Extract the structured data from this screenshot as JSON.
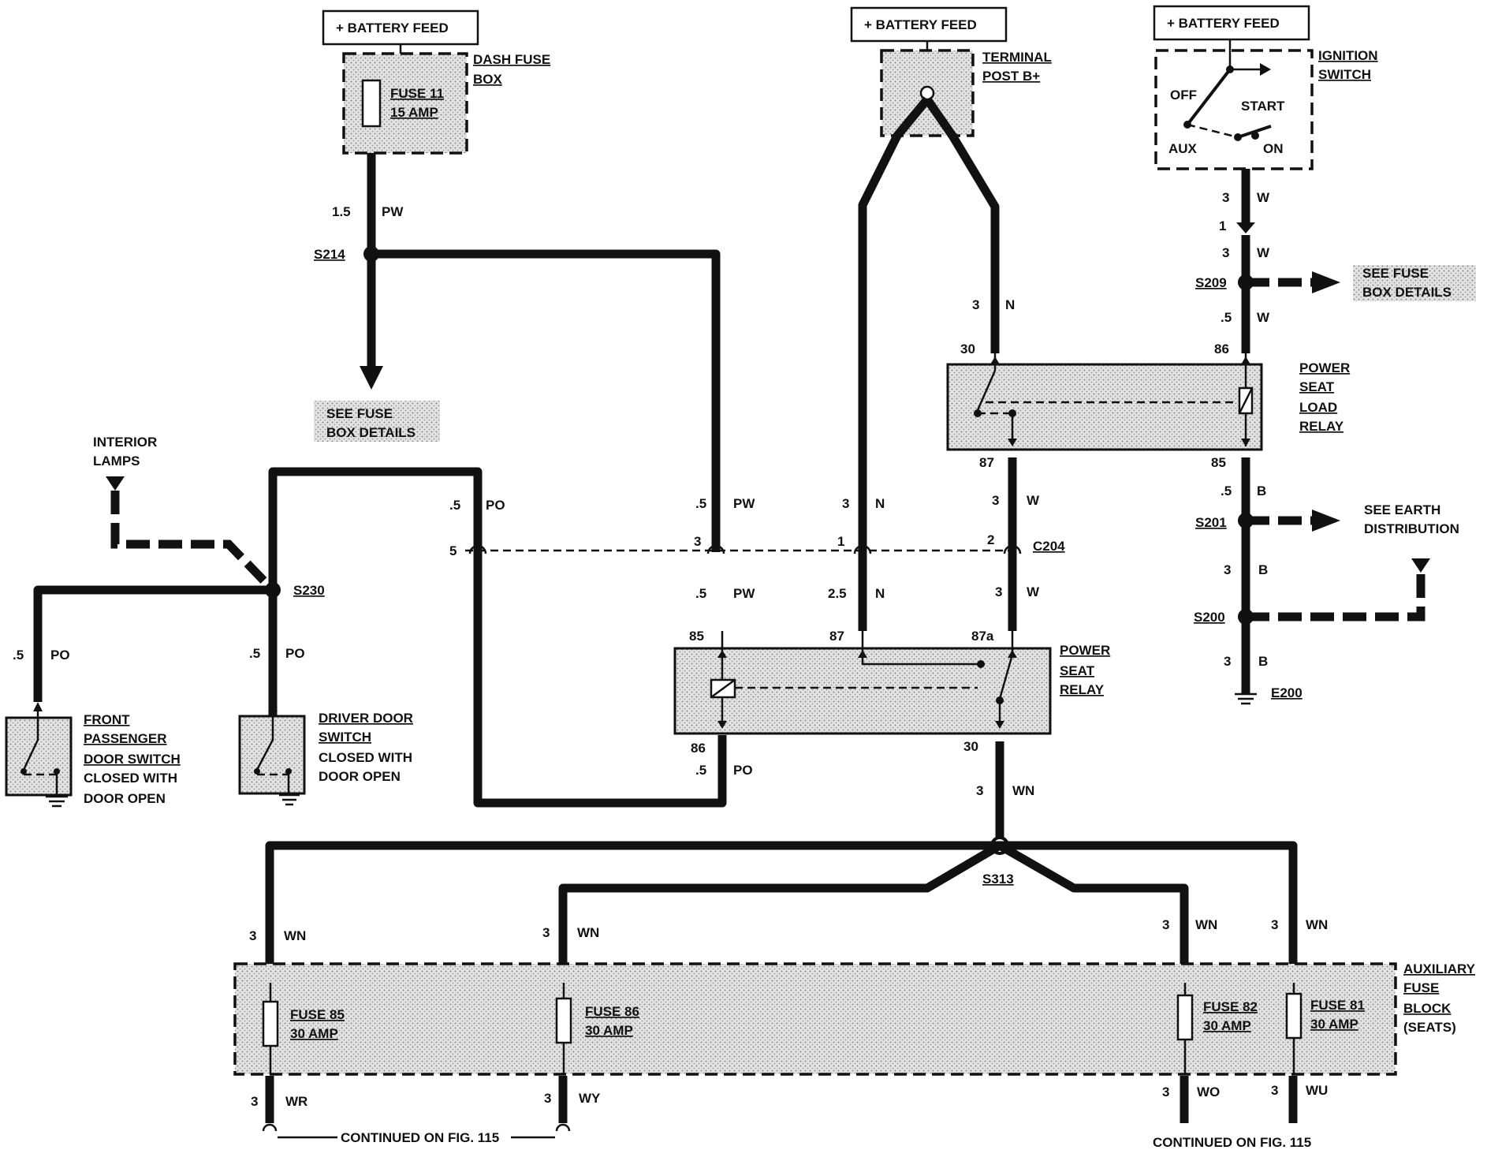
{
  "feeds": {
    "left": "+ BATTERY FEED",
    "middle": "+ BATTERY FEED",
    "right": "+ BATTERY FEED"
  },
  "dash_fuse_box": {
    "label1": "DASH FUSE",
    "label2": "BOX",
    "fuse1": "FUSE 11",
    "fuse2": "15 AMP"
  },
  "terminal_post": {
    "label1": "TERMINAL",
    "label2": "POST B+"
  },
  "ignition_switch": {
    "label1": "IGNITION",
    "label2": "SWITCH",
    "off": "OFF",
    "start": "START",
    "aux": "AUX",
    "on": "ON"
  },
  "splices": {
    "s214": "S214",
    "s209": "S209",
    "s201": "S201",
    "s200": "S200",
    "s230": "S230",
    "s313": "S313",
    "c204": "C204",
    "e200": "E200"
  },
  "see_fuse_box_left": {
    "l1": "SEE FUSE",
    "l2": "BOX DETAILS"
  },
  "see_fuse_box_right": {
    "l1": "SEE FUSE",
    "l2": "BOX DETAILS"
  },
  "see_earth": {
    "l1": "SEE EARTH",
    "l2": "DISTRIBUTION"
  },
  "interior_lamps": {
    "l1": "INTERIOR",
    "l2": "LAMPS"
  },
  "load_relay": {
    "l1": "POWER",
    "l2": "SEAT",
    "l3": "LOAD",
    "l4": "RELAY",
    "p30": "30",
    "p86": "86",
    "p87": "87",
    "p85": "85"
  },
  "seat_relay": {
    "l1": "POWER",
    "l2": "SEAT",
    "l3": "RELAY",
    "p85": "85",
    "p87": "87",
    "p87a": "87a",
    "p86": "86",
    "p30": "30"
  },
  "front_switch": {
    "l1": "FRONT",
    "l2": "PASSENGER",
    "l3": "DOOR SWITCH",
    "l4": "CLOSED WITH",
    "l5": "DOOR OPEN"
  },
  "driver_switch": {
    "l1": "DRIVER DOOR",
    "l2": "SWITCH",
    "l3": "CLOSED WITH",
    "l4": "DOOR OPEN"
  },
  "aux_block": {
    "l1": "AUXILIARY",
    "l2": "FUSE",
    "l3": "BLOCK",
    "l4": "(SEATS)",
    "f85a": "FUSE 85",
    "f85b": "30 AMP",
    "f86a": "FUSE 86",
    "f86b": "30 AMP",
    "f82a": "FUSE 82",
    "f82b": "30 AMP",
    "f81a": "FUSE 81",
    "f81b": "30 AMP"
  },
  "continued": {
    "left": "CONTINUED ON FIG. 115",
    "right": "CONTINUED ON FIG. 115"
  },
  "wires": {
    "w_fuse11_size": "1.5",
    "w_fuse11_col": "PW",
    "w_n3_size": "3",
    "w_n3_col": "N",
    "w_ign3_size": "3",
    "w_ign3_col": "W",
    "w_ign_c": "1",
    "w_ign3b_size": "3",
    "w_ign3b_col": "W",
    "w_86_size": ".5",
    "w_86_col": "W",
    "w_85_size": ".5",
    "w_85_col": "B",
    "w_b3a_size": "3",
    "w_b3a_col": "B",
    "w_b3b_size": "3",
    "w_b3b_col": "B",
    "w_po_top_size": ".5",
    "w_po_top_col": "PO",
    "w_pw_top_size": ".5",
    "w_pw_top_col": "PW",
    "w_n_top_size": "3",
    "w_n_top_col": "N",
    "w_w_top_size": "3",
    "w_w_top_col": "W",
    "c_5": "5",
    "c_3": "3",
    "c_1": "1",
    "c_2": "2",
    "w_pw_bot_size": ".5",
    "w_pw_bot_col": "PW",
    "w_n_bot_size": "2.5",
    "w_n_bot_col": "N",
    "w_w_bot_size": "3",
    "w_w_bot_col": "W",
    "w_po_front_size": ".5",
    "w_po_front_col": "PO",
    "w_po_drv_size": ".5",
    "w_po_drv_col": "PO",
    "w_po_86_size": ".5",
    "w_po_86_col": "PO",
    "w_wn_main_size": "3",
    "w_wn_main_col": "WN",
    "w_wn1_size": "3",
    "w_wn1_col": "WN",
    "w_wn2_size": "3",
    "w_wn2_col": "WN",
    "w_wn3_size": "3",
    "w_wn3_col": "WN",
    "w_wn4_size": "3",
    "w_wn4_col": "WN",
    "w_wr_size": "3",
    "w_wr_col": "WR",
    "w_wy_size": "3",
    "w_wy_col": "WY",
    "w_wo_size": "3",
    "w_wo_col": "WO",
    "w_wu_size": "3",
    "w_wu_col": "WU"
  }
}
